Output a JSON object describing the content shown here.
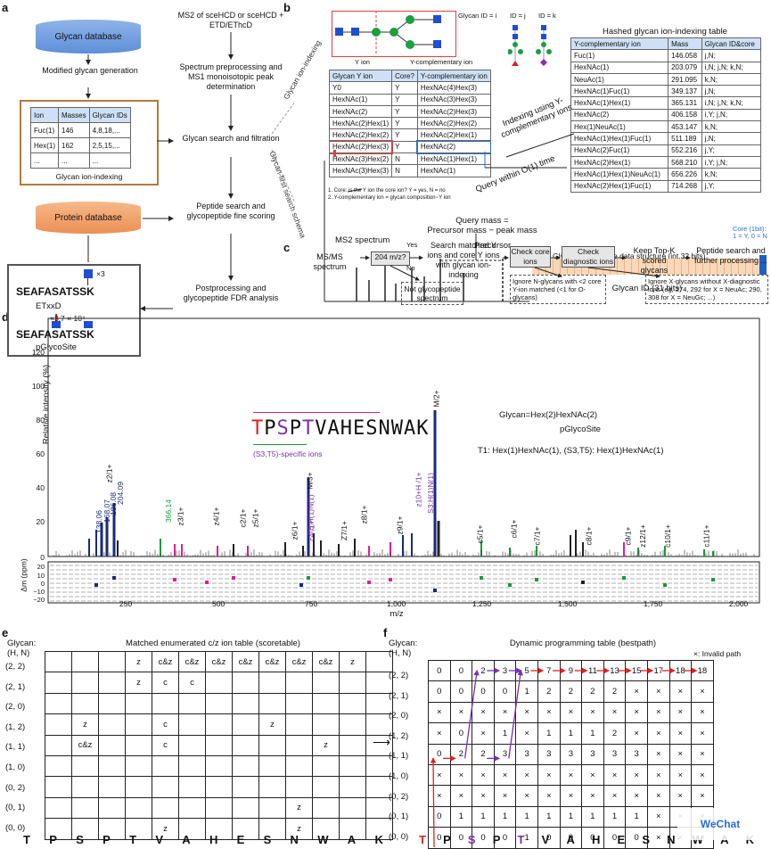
{
  "panels": {
    "a": "a",
    "b": "b",
    "c": "c",
    "d": "d",
    "e": "e",
    "f": "f"
  },
  "a": {
    "glycan_db": "Glycan database",
    "modified": "Modified glycan generation",
    "index_headers": [
      "Ion",
      "Masses",
      "Glycan IDs"
    ],
    "index_rows": [
      [
        "Fuc(1)",
        "146",
        "4,8,18,..."
      ],
      [
        "Hex(1)",
        "162",
        "2,5,15,..."
      ],
      [
        "...",
        "...",
        "..."
      ]
    ],
    "index_caption": "Glycan ion-indexing",
    "protein_db": "Protein database",
    "seq1": "SEAFASATSSK",
    "x3": "×3",
    "etxxd": "ETxxD",
    "seq2": "SEAFASATSSK",
    "pglycosite": "pGlycoSite",
    "flow": [
      "MS2 of sceHCD or sceHCD + ETD/EThcD",
      "Spectrum preprocessing and MS1 monoisotopic peak determination",
      "Glycan search and filtration",
      "Peptide search and glycopeptide fine scoring",
      "Postprocessing and glycopeptide FDR analysis"
    ]
  },
  "b": {
    "y_ion": "Y ion",
    "y_comp": "Y-complementary ion",
    "glycan_id_i": "Glycan ID = i",
    "id_j": "ID = j",
    "id_k": "ID = k",
    "ion_indexing": "Glycan ion-indexing",
    "first_search": "Glycan-first search schema",
    "ytable_headers": [
      "Glycan Y ion",
      "Core?",
      "Y-complementary ion"
    ],
    "ytable_rows": [
      [
        "Y0",
        "Y",
        "HexNAc(4)Hex(3)"
      ],
      [
        "HexNAc(1)",
        "Y",
        "HexNAc(3)Hex(3)"
      ],
      [
        "HexNAc(2)",
        "Y",
        "HexNAc(2)Hex(3)"
      ],
      [
        "HexNAc(2)Hex(1)",
        "Y",
        "HexNAc(2)Hex(2)"
      ],
      [
        "HexNAc(2)Hex(2)",
        "Y",
        "HexNAc(2)Hex(1)"
      ],
      [
        "HexNAc(2)Hex(3)",
        "Y",
        "HexNAc(2)"
      ],
      [
        "HexNAc(3)Hex(2)",
        "N",
        "HexNAc(1)Hex(1)"
      ],
      [
        "HexNAc(3)Hex(3)",
        "N",
        "HexNAc(1)"
      ]
    ],
    "notes": [
      "1. Core: is the Y ion the core ion? Y = yes, N = no",
      "2. Y-complementary ion = glycan composition−Y ion"
    ],
    "indexing_using": "Indexing using Y-complementary ions",
    "query_within": "Query within O(1) time",
    "hashed_title": "Hashed glycan ion-indexing table",
    "hashed_headers": [
      "Y-complementary ion",
      "Mass",
      "Glycan ID&core"
    ],
    "hashed_rows": [
      [
        "Fuc(1)",
        "146.058",
        "j,N;"
      ],
      [
        "HexNAc(1)",
        "203.079",
        "i,N; j,N; k,N;"
      ],
      [
        "NeuAc(1)",
        "291.095",
        "k,N;"
      ],
      [
        "HexNAc(1)Fuc(1)",
        "349.137",
        "j,N;"
      ],
      [
        "HexNAc(1)Hex(1)",
        "365.131",
        "i,N;  j,N;  k,N;"
      ],
      [
        "HexNAc(2)",
        "406.158",
        "i,Y; j,N;"
      ],
      [
        "Hex(1)NeuAc(1)",
        "453.147",
        "k,N;"
      ],
      [
        "HexNAc(1)Hex(1)Fuc(1)",
        "511.189",
        "j,N;"
      ],
      [
        "HexNAc(2)Fuc(1)",
        "552.216",
        "j,Y;"
      ],
      [
        "HexNAc(2)Hex(1)",
        "568.210",
        "i,Y; j,N;"
      ],
      [
        "HexNAc(1)Hex(1)NeuAc(1)",
        "656.226",
        "k,N;"
      ],
      [
        "HexNAc(2)Hex(1)Fuc(1)",
        "714.268",
        "j,Y;"
      ]
    ],
    "query_mass": "Query mass =",
    "query_formula": "Precursor mass − peak mass",
    "ms2": "MS2 spectrum",
    "precursor": "Precursor",
    "core_bit": "Core (1bit):",
    "core_bit2": "1 = Y, 0 = N",
    "struct_title": "Glycan ID and core data structure (int,32 bits)",
    "glycan_bits": "Glycan ID (31 bits)"
  },
  "c": {
    "ms": "MS/MS spectrum",
    "q204": "204 m/z?",
    "yes": "Yes",
    "no": "No",
    "search": "Search matched Y ions and core Y ions with glycan ion-indexing",
    "check_core": "Check core ions",
    "check_diag": "Check diagnostic ions",
    "keep": "Keep Top-K scored glycans",
    "peptide": "Peptide search and further processing ...",
    "not": "Not glycopeptide spectrum",
    "ignore_n": "Ignore N-glycans with <2 core Y-ion matched (<1 for O-glycans)",
    "ignore_x": "Ignore X-glycans without X-diagnostic ions (eg, 274, 292 for X = NeuAc; 290, 308 for X = NeuGc; ...)"
  },
  "d": {
    "scale": "×3.7 × 10⁴",
    "ylabel": "Relative intensity (%)",
    "dm_label": "Δm (ppm)",
    "xlabel": "m/z",
    "yticks": [
      "0",
      "20",
      "40",
      "60",
      "80",
      "100",
      "120"
    ],
    "dm_ticks": [
      "20",
      "10",
      "0",
      "−10",
      "−20"
    ],
    "xticks": [
      "250",
      "500",
      "750",
      "1,000",
      "1,250",
      "1,500",
      "1,750",
      "2,000"
    ],
    "glycan": "Glycan=Hex(2)HexNAc(2)",
    "pglycosite": "pGlycoSite",
    "t1": "T1: Hex(1)HexNAc(1), (S3,T5): Hex(1)HexNAc(1)",
    "specific": "(S3,T5)-specific ions",
    "peptide": [
      "T",
      "P",
      "S",
      "P",
      "T",
      "V",
      "A",
      "H",
      "E",
      "S",
      "N",
      "W",
      "A",
      "K"
    ],
    "labels": [
      "138.06",
      "168.07",
      "186.08",
      "204.09",
      "z2/1+",
      "366.14",
      "z3/1+",
      "z4/1+",
      "c2/1+",
      "z5/1+",
      "z6/1+",
      "c4 /1+",
      "T5:H(1)N(1)",
      "M/3+",
      "Z7/1+",
      "z8/1+",
      "z9/1+",
      "z10+H /1+",
      "S3:H(1)N(1)",
      "M/2+",
      "c5/1+",
      "c6/1+",
      "c7/1+",
      "c8/1+",
      "c9/1+",
      "z12/1+",
      "c10/1+",
      "c11/1+"
    ]
  },
  "e": {
    "glycan_lbl": "Glycan:",
    "hn": "(H, N)",
    "title": "Matched enumerated c/z ion table (scoretable)",
    "rows": [
      "(2, 2)",
      "(2, 1)",
      "(2, 0)",
      "(1, 2)",
      "(1, 1)",
      "(1, 0)",
      "(0, 2)",
      "(0, 1)",
      "(0, 0)"
    ],
    "cells": [
      [
        "",
        "",
        "",
        "z",
        "c&z",
        "c&z",
        "c&z",
        "c&z",
        "c&z",
        "c&z",
        "c&z",
        "z",
        ""
      ],
      [
        "",
        "",
        "",
        "z",
        "c",
        "c",
        "",
        "",
        "",
        "",
        "",
        "",
        ""
      ],
      [
        "",
        "",
        "",
        "",
        "",
        "",
        "",
        "",
        "",
        "",
        "",
        "",
        ""
      ],
      [
        "",
        "z",
        "",
        "",
        "c",
        "",
        "",
        "",
        "z",
        "",
        "",
        "",
        ""
      ],
      [
        "",
        "c&z",
        "",
        "",
        "c",
        "",
        "",
        "",
        "",
        "",
        "z",
        "",
        ""
      ],
      [
        "",
        "",
        "",
        "",
        "",
        "",
        "",
        "",
        "",
        "",
        "",
        "",
        ""
      ],
      [
        "",
        "",
        "",
        "",
        "",
        "",
        "",
        "",
        "",
        "",
        "",
        "",
        ""
      ],
      [
        "",
        "",
        "",
        "",
        "",
        "",
        "",
        "",
        "",
        "z",
        "",
        "",
        ""
      ],
      [
        "",
        "",
        "",
        "",
        "z",
        "",
        "",
        "",
        "",
        "z",
        "",
        "",
        ""
      ]
    ],
    "seq": [
      "T",
      "P",
      "S",
      "P",
      "T",
      "V",
      "A",
      "H",
      "E",
      "S",
      "N",
      "W",
      "A",
      "K"
    ]
  },
  "f": {
    "glycan_lbl": "Glycan:",
    "hn": "(H, N)",
    "title": "Dynamic programming table (bestpath)",
    "invalid": "×: Invalid path",
    "rows": [
      "(2, 2)",
      "(2, 1)",
      "(2, 0)",
      "(1, 2)",
      "(1, 1)",
      "(1, 0)",
      "(0, 2)",
      "(0, 1)",
      "(0, 0)"
    ],
    "cells": [
      [
        "0",
        "0",
        "2",
        "3",
        "5",
        "7",
        "9",
        "11",
        "13",
        "15",
        "17",
        "18",
        "18"
      ],
      [
        "0",
        "0",
        "0",
        "0",
        "1",
        "2",
        "2",
        "2",
        "2",
        "×",
        "×",
        "×",
        "×"
      ],
      [
        "×",
        "×",
        "×",
        "×",
        "×",
        "×",
        "×",
        "×",
        "×",
        "×",
        "×",
        "×",
        "×"
      ],
      [
        "×",
        "0",
        "×",
        "1",
        "×",
        "1",
        "1",
        "1",
        "2",
        "×",
        "×",
        "×",
        "×"
      ],
      [
        "0",
        "2",
        "2",
        "3",
        "3",
        "3",
        "3",
        "3",
        "3",
        "3",
        "×",
        "×",
        "×"
      ],
      [
        "×",
        "×",
        "×",
        "×",
        "×",
        "×",
        "×",
        "×",
        "×",
        "×",
        "×",
        "×",
        "×"
      ],
      [
        "×",
        "×",
        "×",
        "×",
        "×",
        "×",
        "×",
        "×",
        "×",
        "×",
        "×",
        "×",
        "×"
      ],
      [
        "0",
        "1",
        "1",
        "1",
        "1",
        "1",
        "1",
        "1",
        "1",
        "1",
        "×",
        "×",
        "×"
      ],
      [
        "0",
        "0",
        "0",
        "0",
        "1",
        "0",
        "0",
        "0",
        "0",
        "0",
        "×",
        "×",
        "×"
      ]
    ],
    "seq": [
      "T",
      "P",
      "S",
      "P",
      "T",
      "V",
      "A",
      "H",
      "E",
      "S",
      "N",
      "W",
      "A",
      "K"
    ]
  },
  "watermark": "WeChat",
  "colors": {
    "red": "#e02020",
    "purple": "#7a2fb0",
    "green": "#1a9a3a",
    "magenta": "#e0208a",
    "navy": "#1a2a7a",
    "blue": "#2a6fd0"
  }
}
